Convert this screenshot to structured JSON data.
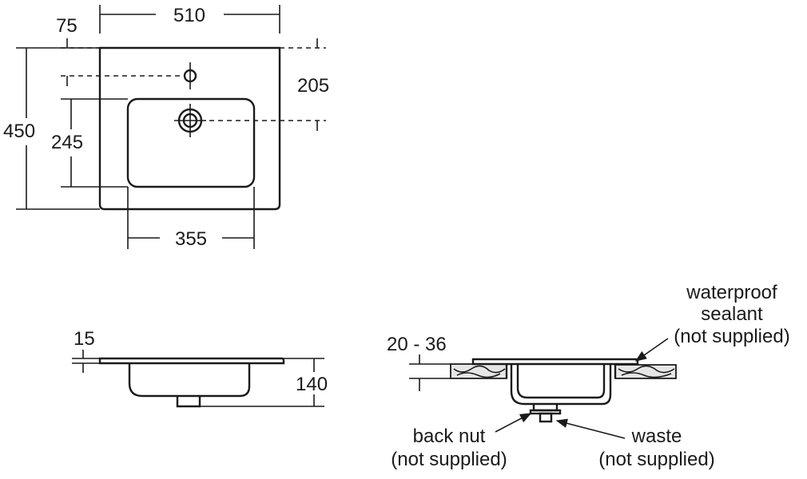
{
  "top_view": {
    "width": "510",
    "tap_offset": "75",
    "depth": "450",
    "bowl_depth": "245",
    "tap_to_waste": "205",
    "bowl_width": "355"
  },
  "side_view": {
    "rim_thickness": "15",
    "height": "140"
  },
  "install_view": {
    "worktop_thickness": "20 - 36",
    "sealant_line1": "waterproof",
    "sealant_line2": "sealant",
    "sealant_line3": "(not supplied)",
    "back_nut_line1": "back nut",
    "back_nut_line2": "(not supplied)",
    "waste_line1": "waste",
    "waste_line2": "(not supplied)"
  }
}
